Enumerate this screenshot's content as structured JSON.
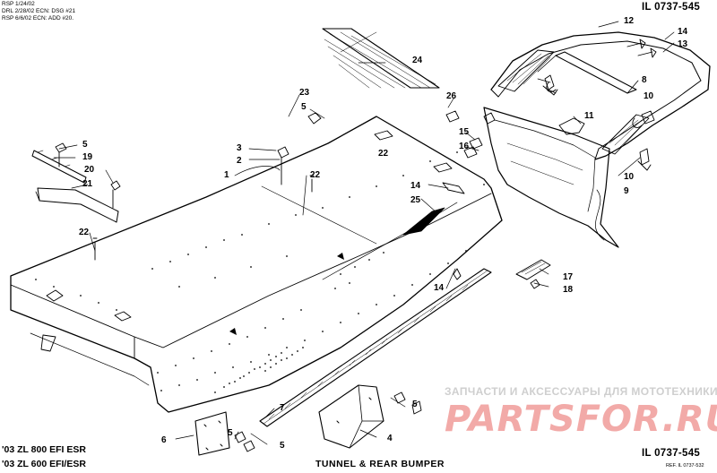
{
  "revisions": [
    "RSP 1/24/02",
    "DRL 2/28/02 ECN: DSG #21",
    "RSP 6/6/02 ECN: ADD #20."
  ],
  "illustration_id_top": "IL 0737-545",
  "illustration_id_bottom": "IL 0737-545",
  "reference": "REF. IL 0737-532",
  "models": [
    "'03 ZL 800 EFI ESR",
    "'03 ZL 600 EFI/ESR"
  ],
  "diagram_title": "TUNNEL & REAR BUMPER",
  "watermark_text": "ЗАПЧАСТИ И АКСЕССУАРЫ ДЛЯ МОТОТЕХНИКИ",
  "watermark_logo": "PARTSFOR.RU",
  "colors": {
    "line": "#000000",
    "watermark_logo": "#f2aaa8",
    "watermark_text": "#cfcfcf"
  },
  "callouts": [
    {
      "id": "c12",
      "label": "12"
    },
    {
      "id": "c14a",
      "label": "14"
    },
    {
      "id": "c13",
      "label": "13"
    },
    {
      "id": "c24",
      "label": "24"
    },
    {
      "id": "c8",
      "label": "8"
    },
    {
      "id": "c10a",
      "label": "10"
    },
    {
      "id": "c23",
      "label": "23"
    },
    {
      "id": "c26",
      "label": "26"
    },
    {
      "id": "c5a",
      "label": "5"
    },
    {
      "id": "c11",
      "label": "11"
    },
    {
      "id": "c15",
      "label": "15"
    },
    {
      "id": "c16",
      "label": "16"
    },
    {
      "id": "c5b",
      "label": "5"
    },
    {
      "id": "c3",
      "label": "3"
    },
    {
      "id": "c19",
      "label": "19"
    },
    {
      "id": "c2",
      "label": "2"
    },
    {
      "id": "c22a",
      "label": "22"
    },
    {
      "id": "c20",
      "label": "20"
    },
    {
      "id": "c1",
      "label": "1"
    },
    {
      "id": "c22b",
      "label": "22"
    },
    {
      "id": "c21",
      "label": "21"
    },
    {
      "id": "c10b",
      "label": "10"
    },
    {
      "id": "c14b",
      "label": "14"
    },
    {
      "id": "c9",
      "label": "9"
    },
    {
      "id": "c25",
      "label": "25"
    },
    {
      "id": "c22c",
      "label": "22"
    },
    {
      "id": "c17",
      "label": "17"
    },
    {
      "id": "c14c",
      "label": "14"
    },
    {
      "id": "c18",
      "label": "18"
    },
    {
      "id": "c5c",
      "label": "5"
    },
    {
      "id": "c7",
      "label": "7"
    },
    {
      "id": "c6",
      "label": "6"
    },
    {
      "id": "c5d",
      "label": "5"
    },
    {
      "id": "c4",
      "label": "4"
    },
    {
      "id": "c5e",
      "label": "5"
    }
  ]
}
